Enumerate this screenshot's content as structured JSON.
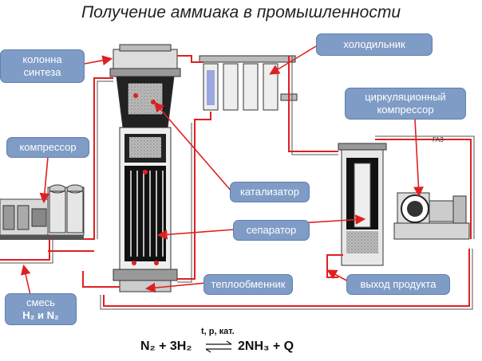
{
  "title": "Получение аммиака в промышленности",
  "labels": {
    "synthesis_column": "колонна синтеза",
    "condenser": "холодильник",
    "circulation_compressor_line1": "циркуляционный",
    "circulation_compressor_line2": "компрессор",
    "compressor": "компрессор",
    "catalyst": "катализатор",
    "separator": "сепаратор",
    "heat_exchanger": "теплообменник",
    "product_outlet": "выход продукта",
    "mixture_line1": "смесь",
    "mixture_line2": "H₂ и N₂",
    "gas_tag": "ГАЗ"
  },
  "equation": {
    "conditions": "t, p, кат.",
    "left": "N₂ + 3H₂",
    "right": "2NH₃ + Q"
  },
  "colors": {
    "label_bg": "#7f9cc6",
    "pipe_red": "#e02020",
    "pipe_outline": "#555555"
  }
}
